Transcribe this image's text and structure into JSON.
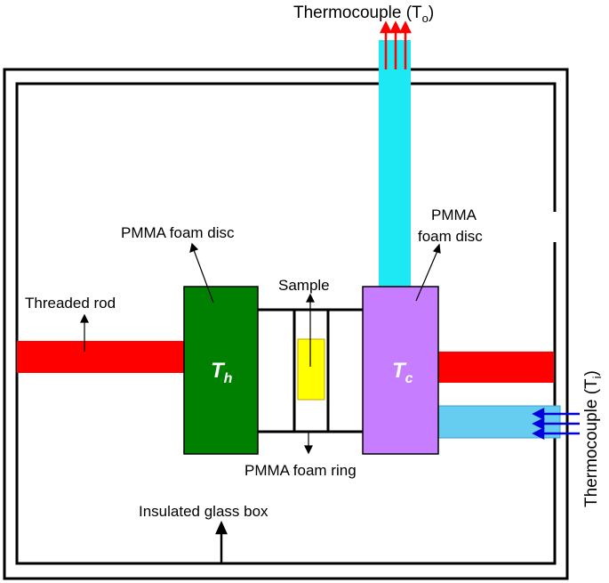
{
  "labels": {
    "thermocouple_top": "Thermocouple (T",
    "thermocouple_top_sub": "o",
    "thermocouple_top_close": ")",
    "thermocouple_right": "Thermocouple (T",
    "thermocouple_right_sub": "i",
    "thermocouple_right_close": ")",
    "pmma_disc_left": "PMMA foam disc",
    "pmma_disc_right_line1": "PMMA",
    "pmma_disc_right_line2": "foam disc",
    "threaded_rod": "Threaded rod",
    "sample": "Sample",
    "pmma_ring": "PMMA foam ring",
    "glass_box": "Insulated glass box",
    "hot_plate_main": "T",
    "hot_plate_sub": "h",
    "cold_plate_main": "T",
    "cold_plate_sub": "c"
  },
  "colors": {
    "rod": "#ff0000",
    "hot_plate": "#008000",
    "cold_plate": "#c77dff",
    "top_pipe": "#1de9f5",
    "right_pipe": "#66ccf0",
    "sample": "#ffff00",
    "out_arrows": "#ff0000",
    "in_arrows": "#0000dd"
  }
}
